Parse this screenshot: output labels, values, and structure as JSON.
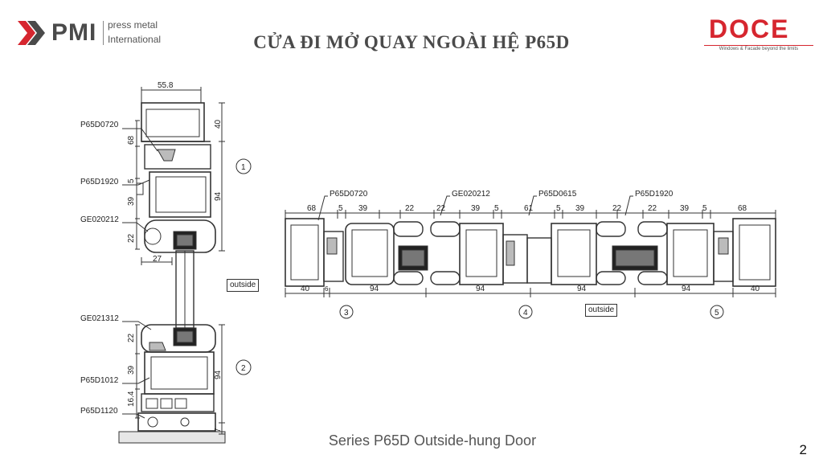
{
  "header": {
    "pmi_brand": "PMI",
    "pmi_line1": "press metal",
    "pmi_line2": "International",
    "title": "CỬA ĐI MỞ QUAY NGOÀI HỆ P65D",
    "doce_brand": "DOCE",
    "doce_tagline": "Windows & Facade beyond the limits"
  },
  "colors": {
    "brand_red": "#d6262f",
    "pmi_gray": "#4a4a4a",
    "line": "#333333"
  },
  "vertical_section": {
    "top_width_dim": "55.8",
    "labels": [
      "P65D0720",
      "P65D1920",
      "GE020212",
      "GE021312",
      "P65D1012",
      "P65D1120"
    ],
    "left_dims": [
      "68",
      "5",
      "39",
      "22",
      "22",
      "39",
      "16.4"
    ],
    "right_dims": [
      "40",
      "94",
      "94",
      "7"
    ],
    "bottom_dim": "27",
    "callout_1": "1",
    "callout_2": "2",
    "outside_label": "outside"
  },
  "horizontal_section": {
    "labels": [
      "P65D0720",
      "GE020212",
      "P65D0615",
      "P65D1920"
    ],
    "top_dims": [
      "68",
      "5",
      "39",
      "22",
      "22",
      "39",
      "5",
      "61",
      "5",
      "39",
      "22",
      "22",
      "39",
      "5",
      "68"
    ],
    "bottom_dims": [
      "40",
      "6",
      "94",
      "94",
      "94",
      "94",
      "40"
    ],
    "callout_3": "3",
    "callout_4": "4",
    "callout_5": "5",
    "outside_label": "outside"
  },
  "footer": {
    "caption": "Series P65D Outside-hung Door",
    "page_number": "2"
  }
}
